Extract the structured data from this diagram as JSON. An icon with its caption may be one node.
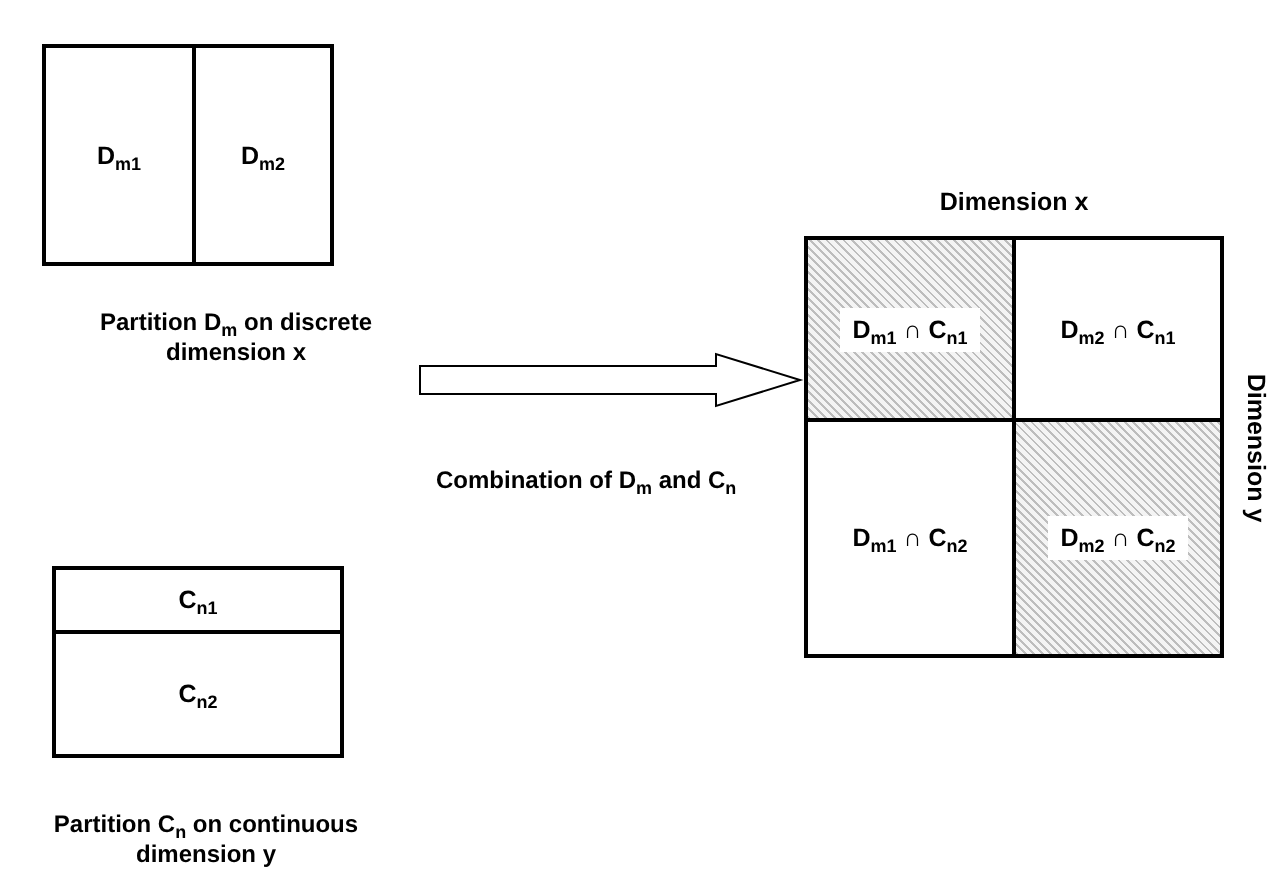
{
  "diagram": {
    "nodes": [
      {
        "text": [],
        "shape": "box",
        "beside": [
          "Partition D$_{m}$ on discrete dimension x"
        ]
      },
      {
        "text": [
          "D$_{m1}$"
        ],
        "in": 0
      },
      {
        "text": [
          "D$_{m2}$"
        ],
        "in": 0
      },
      {
        "text": [],
        "shape": "box",
        "beside": [
          "Partition C$_{n}$ on continuous dimension y"
        ]
      },
      {
        "text": [
          "C$_{n1}$"
        ],
        "in": 3
      },
      {
        "text": [
          "C$_{n2}$"
        ],
        "in": 3
      },
      {
        "text": [
          "Dimension x",
          "Dimension y"
        ]
      },
      {
        "text": [
          "D$_{m1}$ ∩ C$_{n1}$"
        ],
        "in": 6
      },
      {
        "text": [
          "D$_{m2}$ ∩ C$_{n1}$"
        ],
        "in": 6
      },
      {
        "text": [
          "D$_{m1}$ ∩ C$_{n2}$"
        ],
        "in": 6
      },
      {
        "text": [
          "D$_{m2}$ ∩ C$_{n2}$"
        ],
        "in": 6
      }
    ],
    "edges": [
      {
        "from": null,
        "to": 6,
        "arrow": "to",
        "label": "Combination of D$_{m}$ and C$_{n}$"
      }
    ]
  }
}
